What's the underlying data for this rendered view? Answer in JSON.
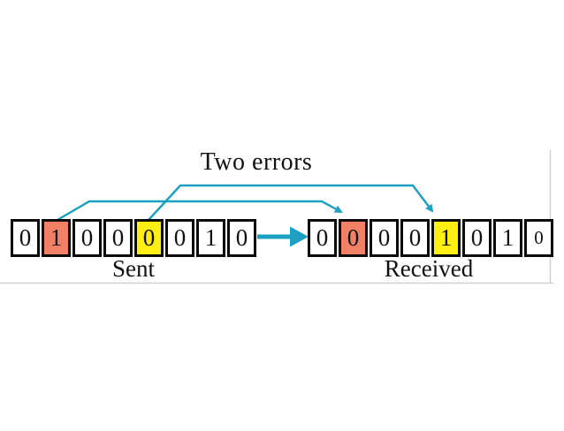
{
  "title": "Two errors",
  "sent": {
    "label": "Sent",
    "bits": [
      "0",
      "1",
      "0",
      "0",
      "0",
      "0",
      "1",
      "0"
    ],
    "error_bit_indexes": [
      1,
      4
    ]
  },
  "received": {
    "label": "Received",
    "bits": [
      "0",
      "0",
      "0",
      "0",
      "1",
      "0",
      "1",
      "0"
    ],
    "error_bit_indexes": [
      1,
      4
    ]
  },
  "colors": {
    "error_cell_red": "#F28066",
    "error_cell_yellow": "#FFEE11",
    "arrow_teal": "#1BA0C2",
    "cell_border_black": "#0A0A0A",
    "faint_guide_gray": "#CFCFCF"
  }
}
